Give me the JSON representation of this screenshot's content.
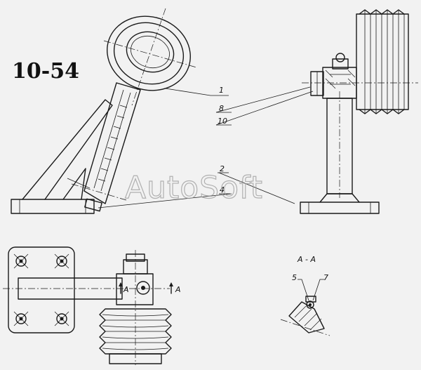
{
  "figure_label": "10-54",
  "watermark": "AutoSoft",
  "callouts": [
    "1",
    "8",
    "10",
    "2",
    "4",
    "5",
    "7"
  ],
  "section_label": "A - A",
  "section_marker": "A"
}
